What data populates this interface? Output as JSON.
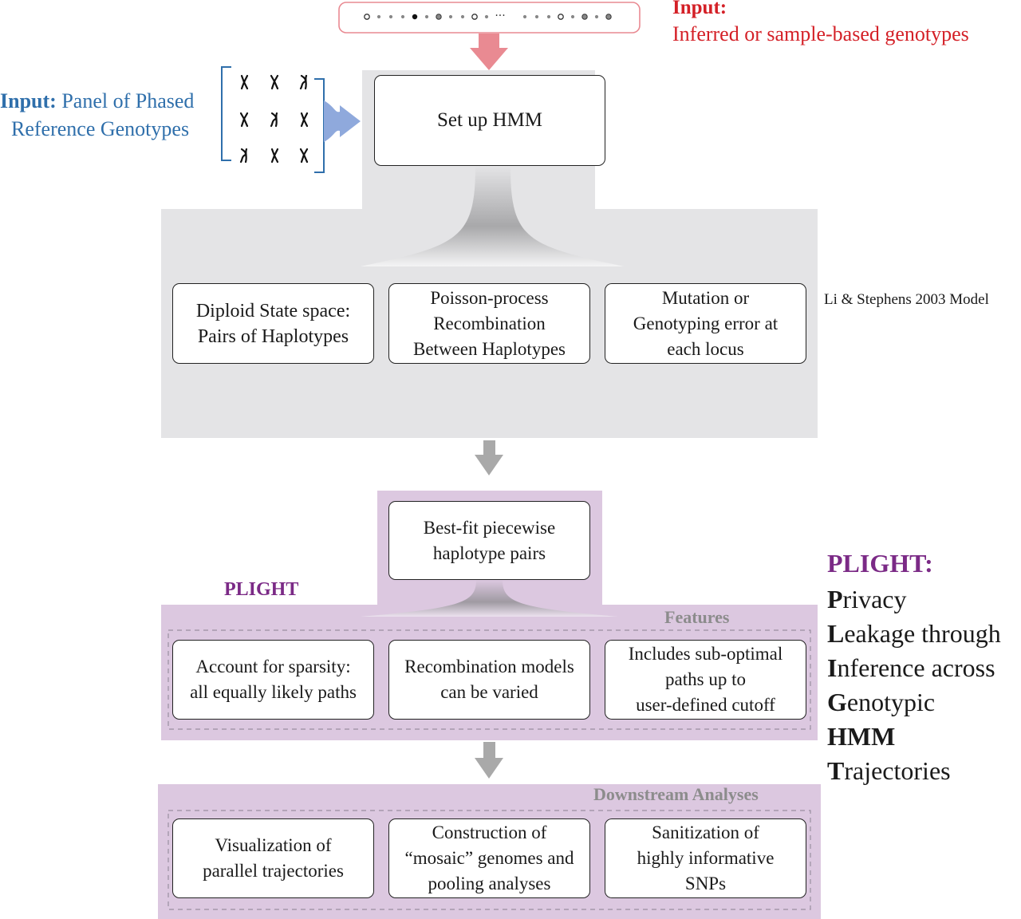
{
  "colors": {
    "input_red": "#d42027",
    "input_blue": "#2f6fab",
    "plight_purple": "#7b2a86",
    "panel_gray": "#e4e4e6",
    "panel_purple": "#dcc8e0",
    "section_title_gray": "#8c8c8c",
    "arrow_gray": "#a9a9a9",
    "arrow_pink": "#e98a92",
    "arrow_blue": "#8fa9dc"
  },
  "inputs": {
    "genotype": {
      "title": "Input:",
      "text": "Inferred or sample-based genotypes"
    },
    "reference": {
      "title": "Input:",
      "text_line1": " Panel of Phased",
      "text_line2": "Reference Genotypes"
    }
  },
  "genotype_strip": {
    "ellipsis": "···",
    "dots": [
      "open",
      "small",
      "small",
      "small",
      "filled",
      "small",
      "half",
      "small",
      "small",
      "open",
      "small",
      "small",
      "small",
      "small",
      "open",
      "small",
      "half",
      "small",
      "half",
      "small",
      "open",
      "small",
      "filled",
      "small"
    ]
  },
  "chromosome_panel": {
    "icon": "chromosome-icon",
    "count": 9
  },
  "hmm_step": {
    "label": "Set up HMM"
  },
  "model": {
    "citation": "Li & Stephens 2003 Model",
    "boxes": [
      {
        "text": "Diploid State space:\nPairs of Haplotypes"
      },
      {
        "text": "Poisson-process\nRecombination\nBetween Haplotypes"
      },
      {
        "text": "Mutation or\nGenotyping error at\neach locus"
      }
    ]
  },
  "plight": {
    "label": "PLIGHT",
    "output": {
      "text": "Best-fit piecewise\nhaplotype pairs"
    },
    "features_title": "Features",
    "features": [
      {
        "text": "Account for sparsity:\nall equally likely paths"
      },
      {
        "text": "Recombination models\ncan be varied"
      },
      {
        "text": "Includes sub-optimal\npaths up to\nuser-defined cutoff"
      }
    ]
  },
  "downstream": {
    "title": "Downstream Analyses",
    "items": [
      {
        "text": "Visualization of\nparallel trajectories"
      },
      {
        "text": "Construction of\n“mosaic” genomes and\npooling analyses"
      },
      {
        "text": "Sanitization of\nhighly informative\nSNPs"
      }
    ]
  },
  "acronym": {
    "title": "PLIGHT:",
    "lines": [
      {
        "initial": "P",
        "rest": "rivacy"
      },
      {
        "initial": "L",
        "rest": "eakage through"
      },
      {
        "initial": "I",
        "rest": "nference across"
      },
      {
        "initial": "G",
        "rest": "enotypic"
      },
      {
        "initial": "HMM",
        "rest": ""
      },
      {
        "initial": "T",
        "rest": "rajectories"
      }
    ]
  }
}
